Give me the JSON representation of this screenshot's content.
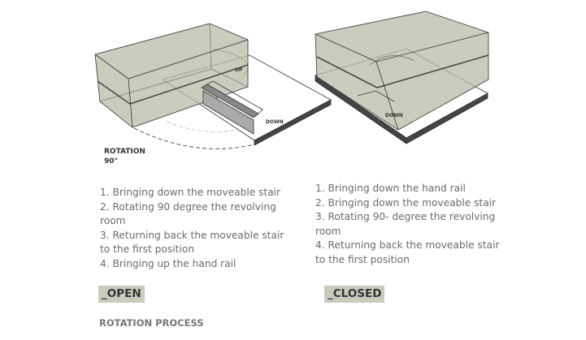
{
  "open": {
    "rotation_label": "ROTATION",
    "rotation_angle": "90°",
    "up_label": "UP",
    "down_label": "DOWN",
    "steps": [
      "1. Bringing down the moveable stair",
      "2. Rotating 90 degree the revolving",
      "room",
      "3. Returning back the moveable stair",
      "to the first position",
      "4. Bringing up the hand rail"
    ],
    "tag": "_OPEN"
  },
  "closed": {
    "down_label": "DOWN",
    "steps": [
      "1. Bringing down the hand rail",
      "2. Bringing down the moveable stair",
      "3. Rotating 90- degree the revolving",
      "room",
      "4. Returning back the moveable stair",
      "to the first position"
    ],
    "tag": "_CLOSED"
  },
  "footer_title": "ROTATION PROCESS"
}
